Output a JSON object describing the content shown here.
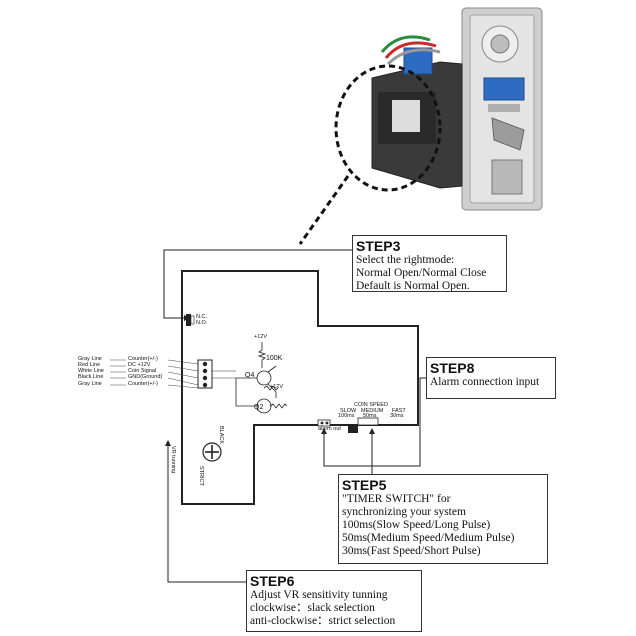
{
  "steps": {
    "step3": {
      "title": "STEP3",
      "lines": [
        "Select the rightmode:",
        "Normal Open/Normal Close",
        "Default is Normal Open."
      ]
    },
    "step8": {
      "title": "STEP8",
      "lines": [
        "Alarm connection input"
      ]
    },
    "step5": {
      "title": "STEP5",
      "lines": [
        "\"TIMER SWITCH\" for",
        "synchronizing your system",
        "100ms(Slow Speed/Long Pulse)",
        "50ms(Medium Speed/Medium Pulse)",
        "30ms(Fast Speed/Short Pulse)"
      ]
    },
    "step6": {
      "title": "STEP6",
      "lines": [
        "Adjust VR sensitivity tunning",
        "clockwise：slack selection",
        "anti-clockwise：strict selection"
      ]
    }
  },
  "board": {
    "switch_nc": "N.C.",
    "switch_no": "N.O.",
    "wires": [
      {
        "left": "Gray Line",
        "right": "Counter(+/-)"
      },
      {
        "left": "Red Line",
        "right": "DC +12V"
      },
      {
        "left": "White Line",
        "right": "Coin Signal"
      },
      {
        "left": "Black Line",
        "right": "GND(Ground)"
      },
      {
        "left": "Gray Line",
        "right": "Counter(+/-)"
      }
    ],
    "v12_top": "+12V",
    "r100k": "100K",
    "q4": "Q4",
    "v12_mid": "+12V",
    "q2": "Q2",
    "coinspeed": "COIN SPEED",
    "slow": "SLOW",
    "medium": "MEDIUM",
    "fast": "FAST",
    "ms100": "100ms",
    "ms50": "50ms",
    "ms30": "30ms",
    "alarm_label": "alarm out",
    "vr_label": "VR tunning",
    "black_label": "BLACK",
    "strict_label": "STRICT"
  },
  "colors": {
    "line": "#333333",
    "device_dark": "#3a3a3a",
    "metal": "#c8c8c8",
    "blue": "#2e6cc4"
  }
}
